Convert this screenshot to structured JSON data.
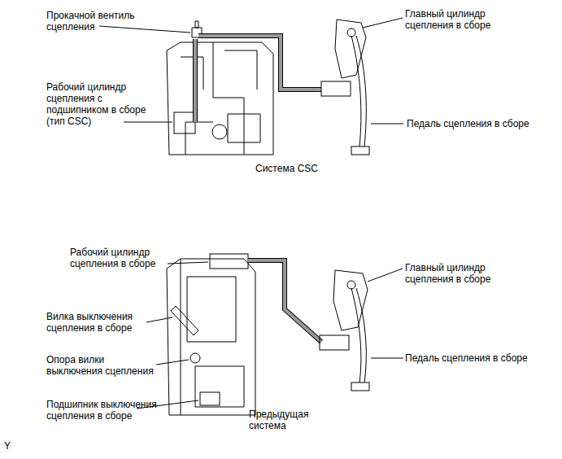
{
  "diagram": {
    "labels": [
      "Прокачной вентиль сцепления",
      "Рабочий цилиндр сцепления с подшипником в сборе (тип CSC)",
      "Главный цилиндр сцепления в сборе",
      "Педаль сцепления в сборе",
      "Система CSC",
      "Рабочий цилиндр сцепления в сборе",
      "Главный цилиндр сцепления в сборе",
      "Вилка выключения сцепления в сборе",
      "Опора вилки выключения сцепления",
      "Педаль сцепления в сборе",
      "Подшипник выключения сцепления в сборе",
      "Предыдущая система",
      "Y"
    ]
  }
}
